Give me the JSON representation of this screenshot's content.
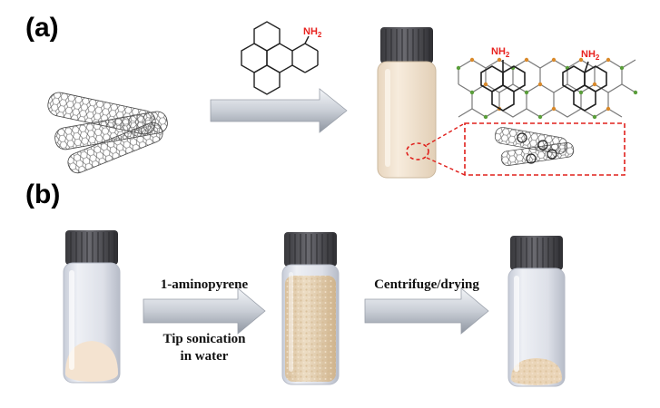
{
  "panels": {
    "a": {
      "label": "(a)"
    },
    "b": {
      "label": "(b)"
    }
  },
  "molecule": {
    "amine_label": "NH2",
    "amine_main": "NH",
    "amine_sub": "2"
  },
  "steps": {
    "step1_reagent": "1-aminopyrene",
    "step1_condition_line1": "Tip sonication",
    "step1_condition_line2": "in water",
    "step2": "Centrifuge/drying"
  },
  "colors": {
    "amine": "#e8231f",
    "callout": "#e0201c",
    "arrow_light": "#eef1f5",
    "arrow_dark": "#9ba2ad",
    "cap": "#4a4a4e",
    "dispersion": "#f2e6d6",
    "powder": "#f4e3d0"
  }
}
